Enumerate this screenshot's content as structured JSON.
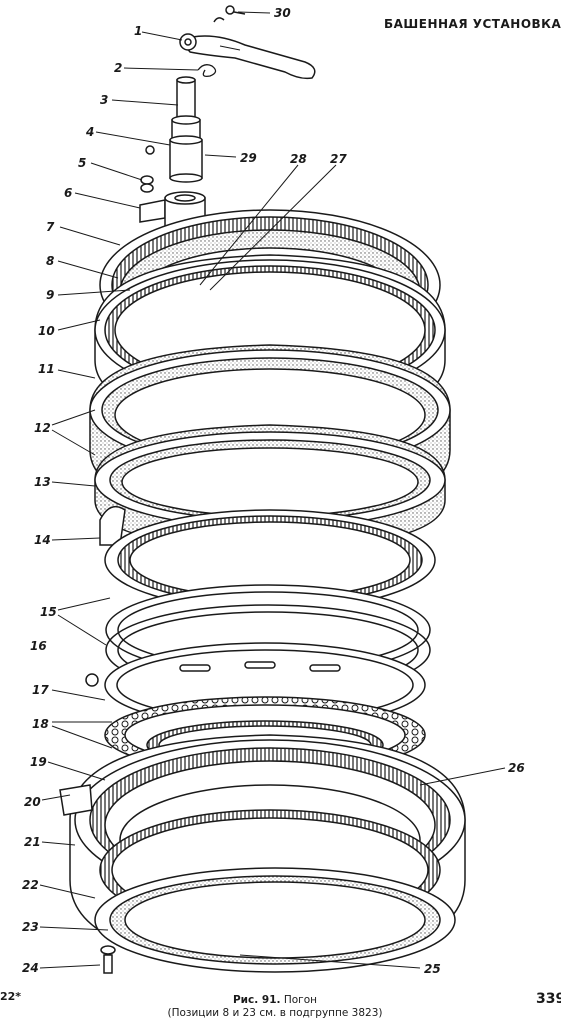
{
  "header": {
    "running_head": "БАШЕННАЯ УСТАНОВКА"
  },
  "footer": {
    "left_page_number": "22*",
    "right_page_number": "339",
    "caption_label": "Рис. 91.",
    "caption_title": "Погон",
    "caption_note": "(Позиции 8 и 23 см. в подгруппе 3823)"
  },
  "callouts": [
    {
      "id": "c1",
      "label": "1"
    },
    {
      "id": "c2",
      "label": "2"
    },
    {
      "id": "c3",
      "label": "3"
    },
    {
      "id": "c4",
      "label": "4"
    },
    {
      "id": "c5",
      "label": "5"
    },
    {
      "id": "c6",
      "label": "6"
    },
    {
      "id": "c7",
      "label": "7"
    },
    {
      "id": "c8",
      "label": "8"
    },
    {
      "id": "c9",
      "label": "9"
    },
    {
      "id": "c10",
      "label": "10"
    },
    {
      "id": "c11",
      "label": "11"
    },
    {
      "id": "c12",
      "label": "12"
    },
    {
      "id": "c13",
      "label": "13"
    },
    {
      "id": "c14",
      "label": "14"
    },
    {
      "id": "c15",
      "label": "15"
    },
    {
      "id": "c16",
      "label": "16"
    },
    {
      "id": "c17",
      "label": "17"
    },
    {
      "id": "c18",
      "label": "18"
    },
    {
      "id": "c19",
      "label": "19"
    },
    {
      "id": "c20",
      "label": "20"
    },
    {
      "id": "c21",
      "label": "21"
    },
    {
      "id": "c22",
      "label": "22"
    },
    {
      "id": "c23",
      "label": "23"
    },
    {
      "id": "c24",
      "label": "24"
    },
    {
      "id": "c25",
      "label": "25"
    },
    {
      "id": "c26",
      "label": "26"
    },
    {
      "id": "c27",
      "label": "27"
    },
    {
      "id": "c28",
      "label": "28"
    },
    {
      "id": "c29",
      "label": "29"
    },
    {
      "id": "c30",
      "label": "30"
    }
  ],
  "colors": {
    "ink": "#1a1a1a",
    "paper": "#ffffff",
    "stipple": "#8a8a8a"
  }
}
